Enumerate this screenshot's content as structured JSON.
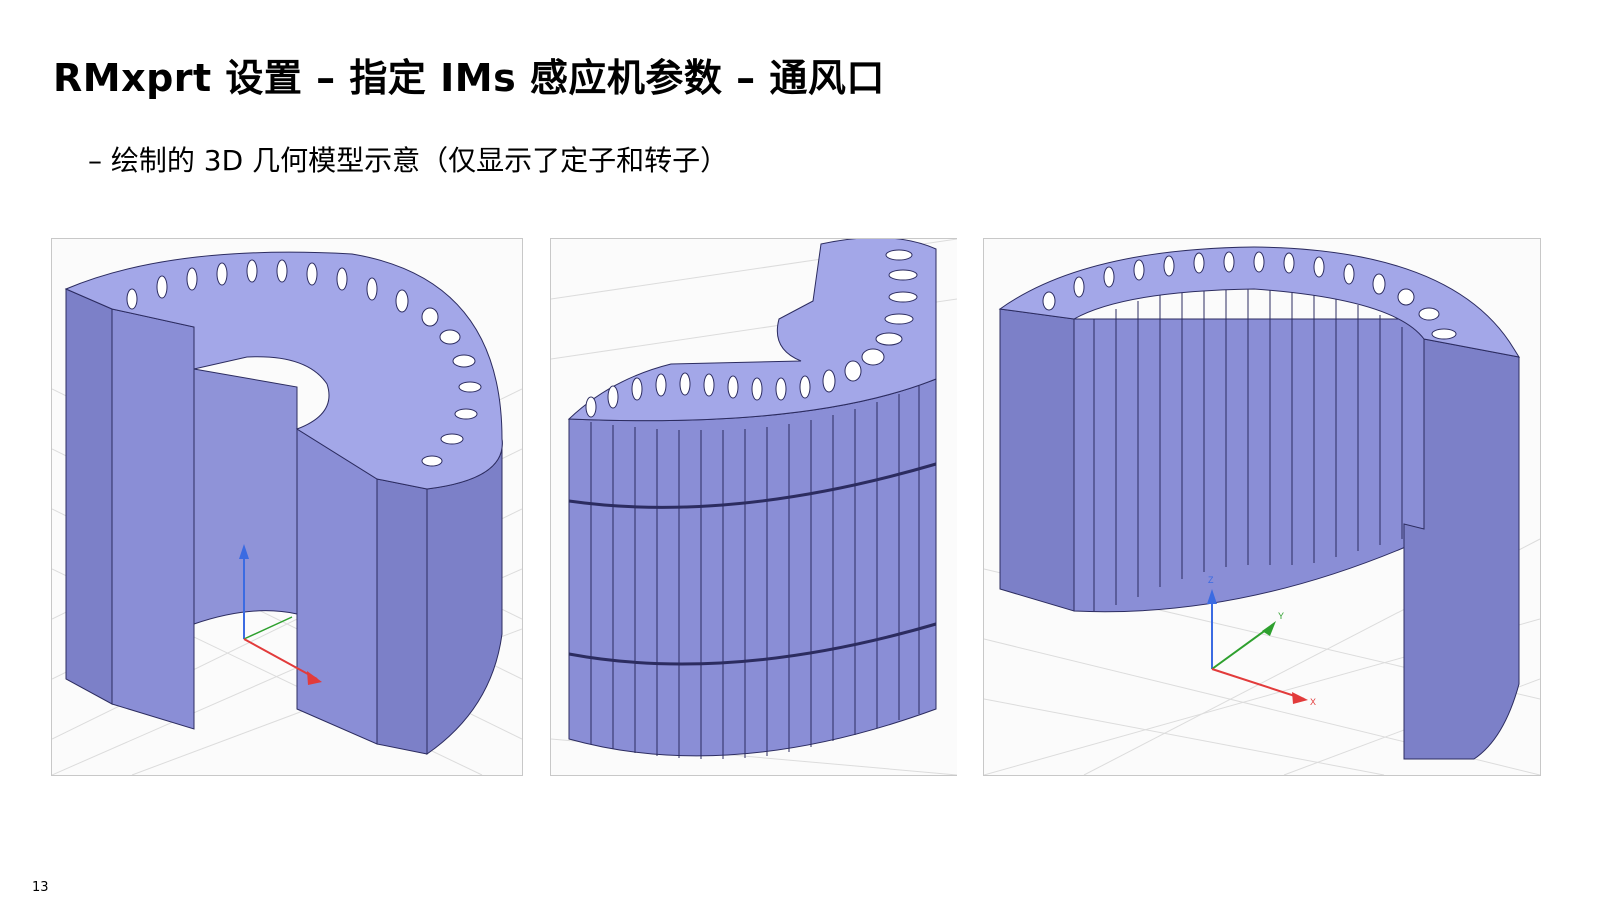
{
  "slide": {
    "title": "RMxprt  设置 – 指定  IMs 感应机参数 – 通风口",
    "subtitle": "– 绘制的 3D 几何模型示意（仅显示了定子和转子）",
    "page_number": "13"
  },
  "figures": {
    "axis_labels": {
      "z": "Z",
      "y": "Y",
      "x": "X"
    },
    "colors": {
      "solid_fill": "#8a8ed6",
      "solid_dark": "#6f74c0",
      "solid_top": "#a3a7e8",
      "edge": "#2c2c60",
      "grid": "#dcdcdc",
      "x_axis": "#e23b3b",
      "y_axis": "#2ea02e",
      "z_axis": "#3b6be2"
    }
  }
}
